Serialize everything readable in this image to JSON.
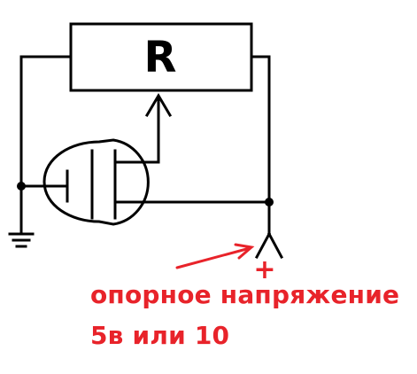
{
  "diagram": {
    "resistor_label": "R",
    "polarity_mark": "+",
    "annotation": {
      "line1": "опорное напряжение",
      "line2": "5в  или 10"
    }
  },
  "colors": {
    "wire": "#000000",
    "annotation": "#e8232a",
    "background": "#ffffff"
  }
}
